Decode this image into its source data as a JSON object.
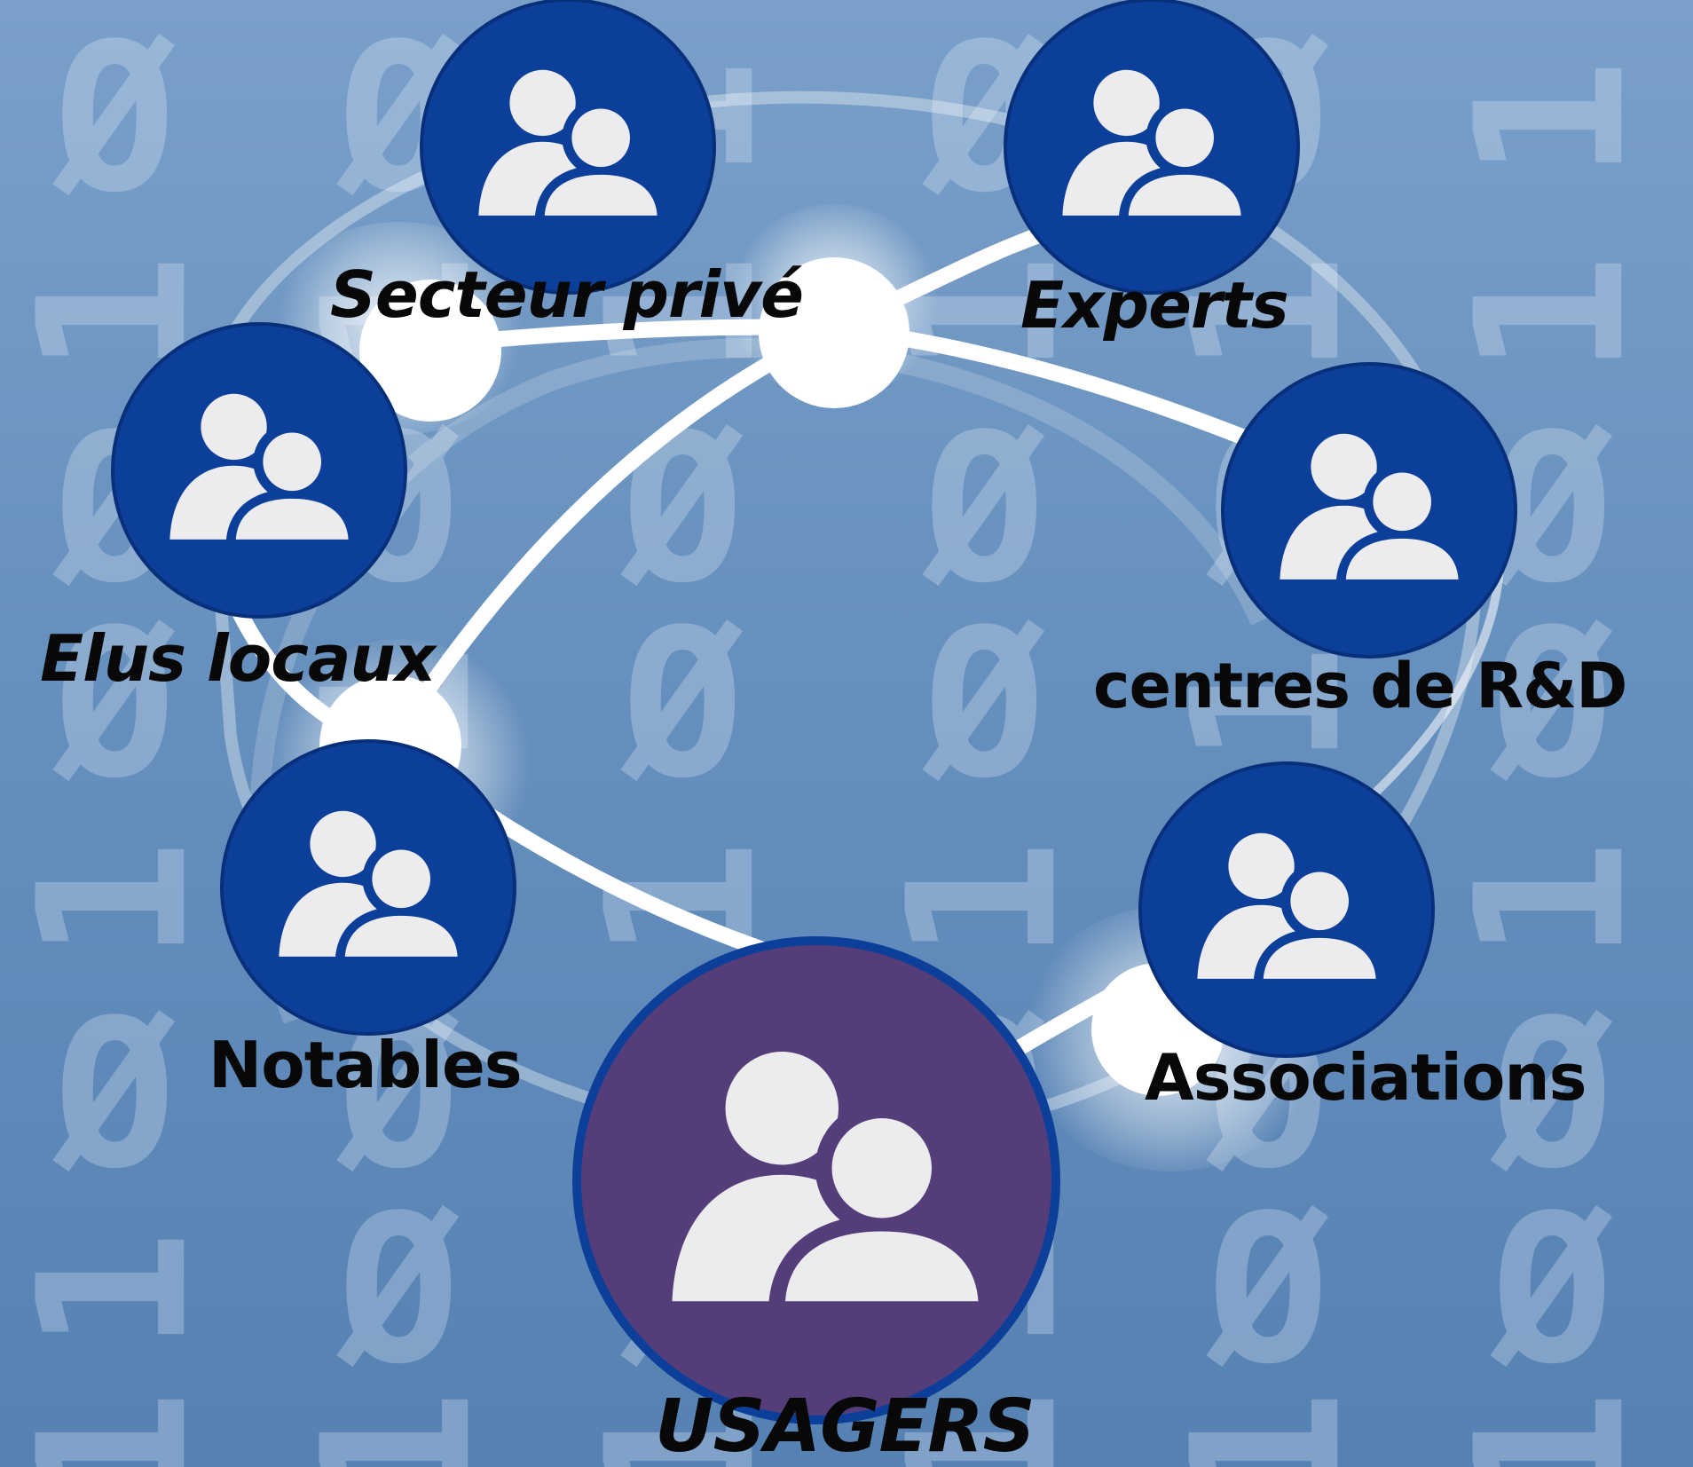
{
  "background": {
    "binary_digits": "0 1 0 0 1 0 1 1 0",
    "color": "#6a93bf"
  },
  "colors": {
    "node_blue": "#0b3f9a",
    "node_purple": "#553d7a",
    "line": "#ffffff",
    "icon": "#ececee"
  },
  "nodes": {
    "secteur_prive": {
      "label": "Secteur privé",
      "icon": "users-icon"
    },
    "experts": {
      "label": "Experts",
      "icon": "users-icon"
    },
    "elus_locaux": {
      "label": "Elus locaux",
      "icon": "users-icon"
    },
    "centres_rd": {
      "label": "centres de R&D",
      "icon": "users-icon"
    },
    "notables": {
      "label": "Notables",
      "icon": "users-icon"
    },
    "associations": {
      "label": "Associations",
      "icon": "users-icon"
    },
    "usagers": {
      "label": "USAGERS",
      "icon": "users-icon"
    }
  }
}
